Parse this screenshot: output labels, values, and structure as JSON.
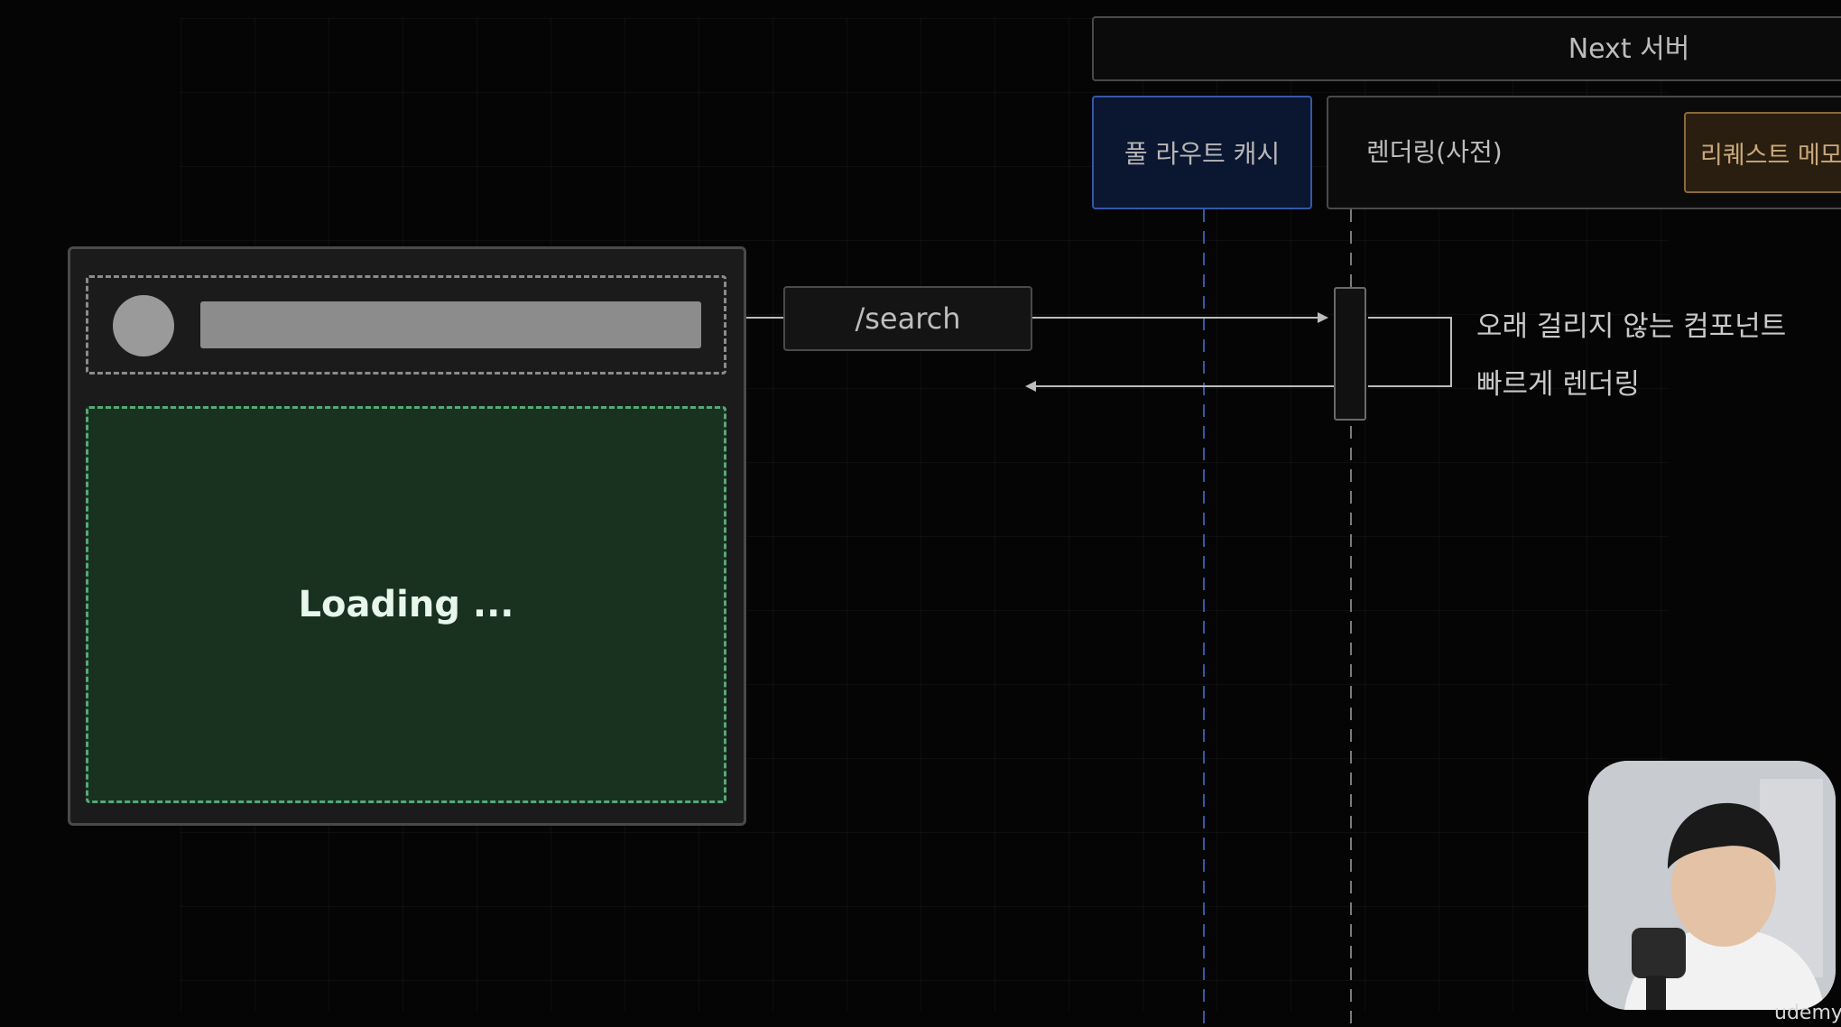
{
  "diagram": {
    "server_title": "Next 서버",
    "participants": {
      "full_route_cache": "풀 라우트 캐시",
      "rendering": "렌더링(사전)",
      "request_memo": "리퀘스트 메모"
    },
    "browser": {
      "loading_text": "Loading ..."
    },
    "request": {
      "path": "/search"
    },
    "notes": {
      "line1": "오래 걸리지 않는 컴포넌트",
      "line2": "빠르게 렌더링"
    }
  },
  "overlay": {
    "logo_text": "udemy"
  },
  "colors": {
    "background": "#050505",
    "cache_border": "#3558a8",
    "memo_border": "#8a6a3a",
    "loading_fill": "#193220",
    "loading_border": "#56a878"
  }
}
